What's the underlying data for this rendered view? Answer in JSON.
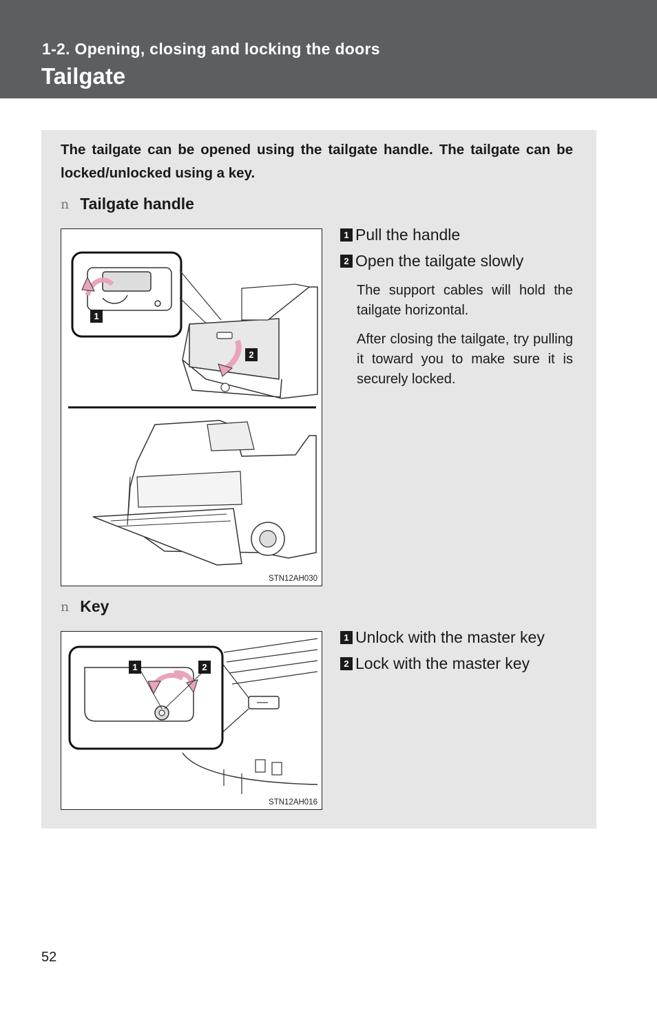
{
  "header": {
    "section": "1-2. Opening, closing and locking the doors",
    "title": "Tailgate"
  },
  "intro": "The tailgate can be opened using the tailgate handle. The tailgate can be locked/unlocked using a key.",
  "tailgate_handle": {
    "bullet": "n",
    "heading": "Tailgate handle",
    "figure_code": "STN12AH030",
    "callouts": [
      "1",
      "2"
    ],
    "steps": [
      {
        "num": "1",
        "text": "Pull the handle"
      },
      {
        "num": "2",
        "text": "Open the tailgate slowly"
      }
    ],
    "notes": [
      "The support cables will hold the tailgate horizontal.",
      "After closing the tailgate, try pulling it toward you to make sure it is securely locked."
    ]
  },
  "key": {
    "bullet": "n",
    "heading": "Key",
    "figure_code": "STN12AH016",
    "callouts": [
      "1",
      "2"
    ],
    "steps": [
      {
        "num": "1",
        "text": "Unlock with the master key"
      },
      {
        "num": "2",
        "text": "Lock with the master key"
      }
    ]
  },
  "page_number": "52",
  "colors": {
    "header_bg": "#5d5e60",
    "panel_bg": "#e6e6e6",
    "arrow_pink": "#e9a3bd"
  }
}
